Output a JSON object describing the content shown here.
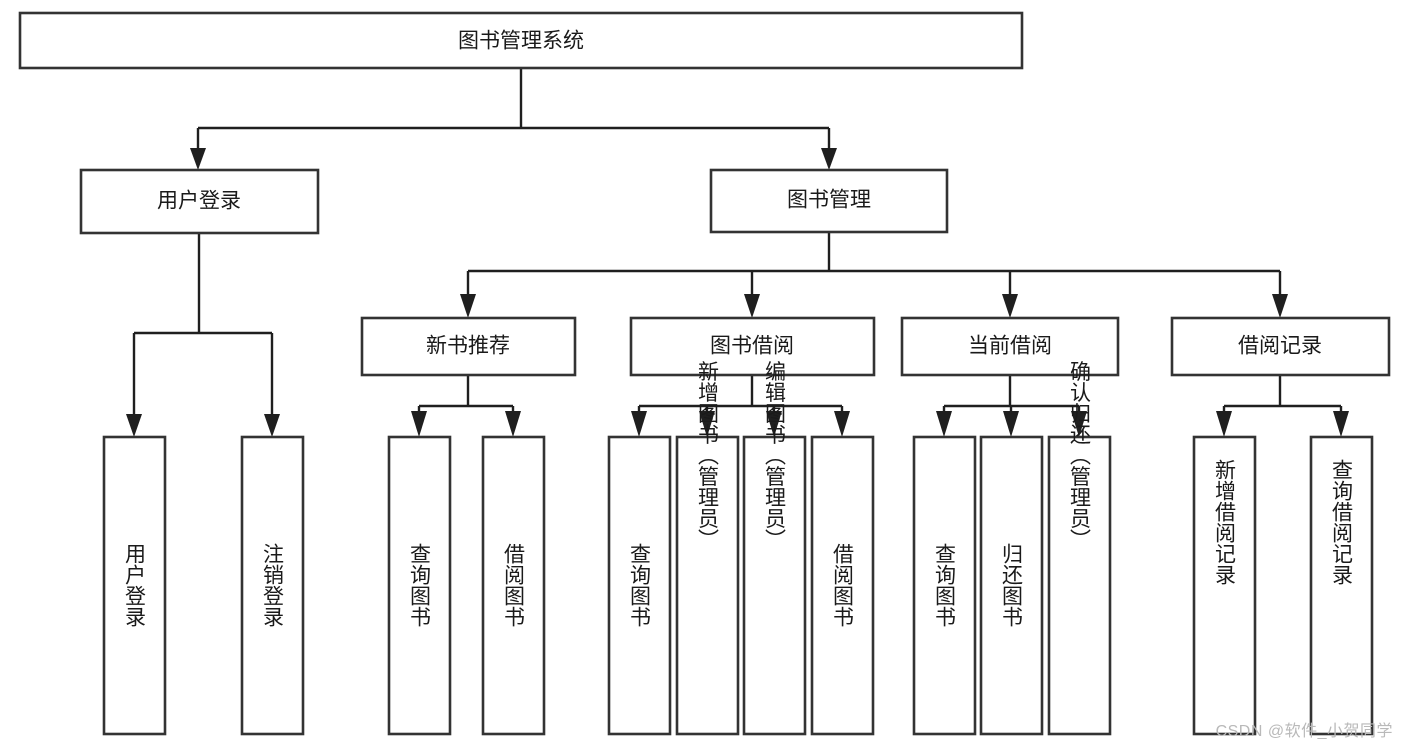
{
  "diagram": {
    "type": "tree-hierarchy",
    "title": "图书管理系统",
    "watermark": "CSDN @软件_小贺同学",
    "colors": {
      "box_fill": "#ffffff",
      "box_stroke": "#333333",
      "connector": "#1f1f1f",
      "text": "#1a1a1a",
      "watermark": "#b9b9b9"
    },
    "root": {
      "label": "图书管理系统"
    },
    "level2": [
      {
        "label": "用户登录"
      },
      {
        "label": "图书管理"
      }
    ],
    "level3": [
      {
        "label": "新书推荐"
      },
      {
        "label": "图书借阅"
      },
      {
        "label": "当前借阅"
      },
      {
        "label": "借阅记录"
      }
    ],
    "leaves": {
      "user_login": [
        {
          "label": "用户登录"
        },
        {
          "label": "注销登录"
        }
      ],
      "new_book_recommend": [
        {
          "label": "查询图书"
        },
        {
          "label": "借阅图书"
        }
      ],
      "book_borrow": [
        {
          "label": "查询图书"
        },
        {
          "label": "新增图书（管理员）"
        },
        {
          "label": "编辑图书（管理员）"
        },
        {
          "label": "借阅图书"
        }
      ],
      "current_borrow": [
        {
          "label": "查询图书"
        },
        {
          "label": "归还图书"
        },
        {
          "label": "确认归还（管理员）"
        }
      ],
      "borrow_record": [
        {
          "label": "新增借阅记录"
        },
        {
          "label": "查询借阅记录"
        }
      ]
    }
  }
}
